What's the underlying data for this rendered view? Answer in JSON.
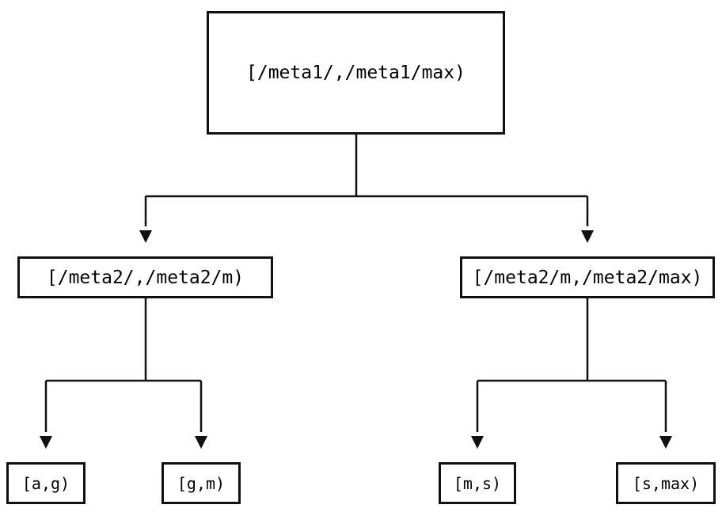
{
  "diagram": {
    "type": "tree",
    "description": "Two-level key-range lookup tree",
    "colors": {
      "background": "#ffffff",
      "line": "#111111",
      "box_border": "#111111",
      "text": "#000000"
    },
    "nodes": {
      "root": {
        "label": "[/meta1/,/meta1/max)"
      },
      "left_child": {
        "label": "[/meta2/,/meta2/m)"
      },
      "right_child": {
        "label": "[/meta2/m,/meta2/max)"
      },
      "leaf_ag": {
        "label": "[a,g)"
      },
      "leaf_gm": {
        "label": "[g,m)"
      },
      "leaf_ms": {
        "label": "[m,s)"
      },
      "leaf_smax": {
        "label": "[s,max)"
      }
    },
    "edges": [
      {
        "from": "root",
        "to": "left_child",
        "arrow": "filled-triangle-down"
      },
      {
        "from": "root",
        "to": "right_child",
        "arrow": "filled-triangle-down"
      },
      {
        "from": "left_child",
        "to": "leaf_ag",
        "arrow": "filled-triangle-down"
      },
      {
        "from": "left_child",
        "to": "leaf_gm",
        "arrow": "filled-triangle-down"
      },
      {
        "from": "right_child",
        "to": "leaf_ms",
        "arrow": "filled-triangle-down"
      },
      {
        "from": "right_child",
        "to": "leaf_smax",
        "arrow": "filled-triangle-down"
      }
    ]
  }
}
